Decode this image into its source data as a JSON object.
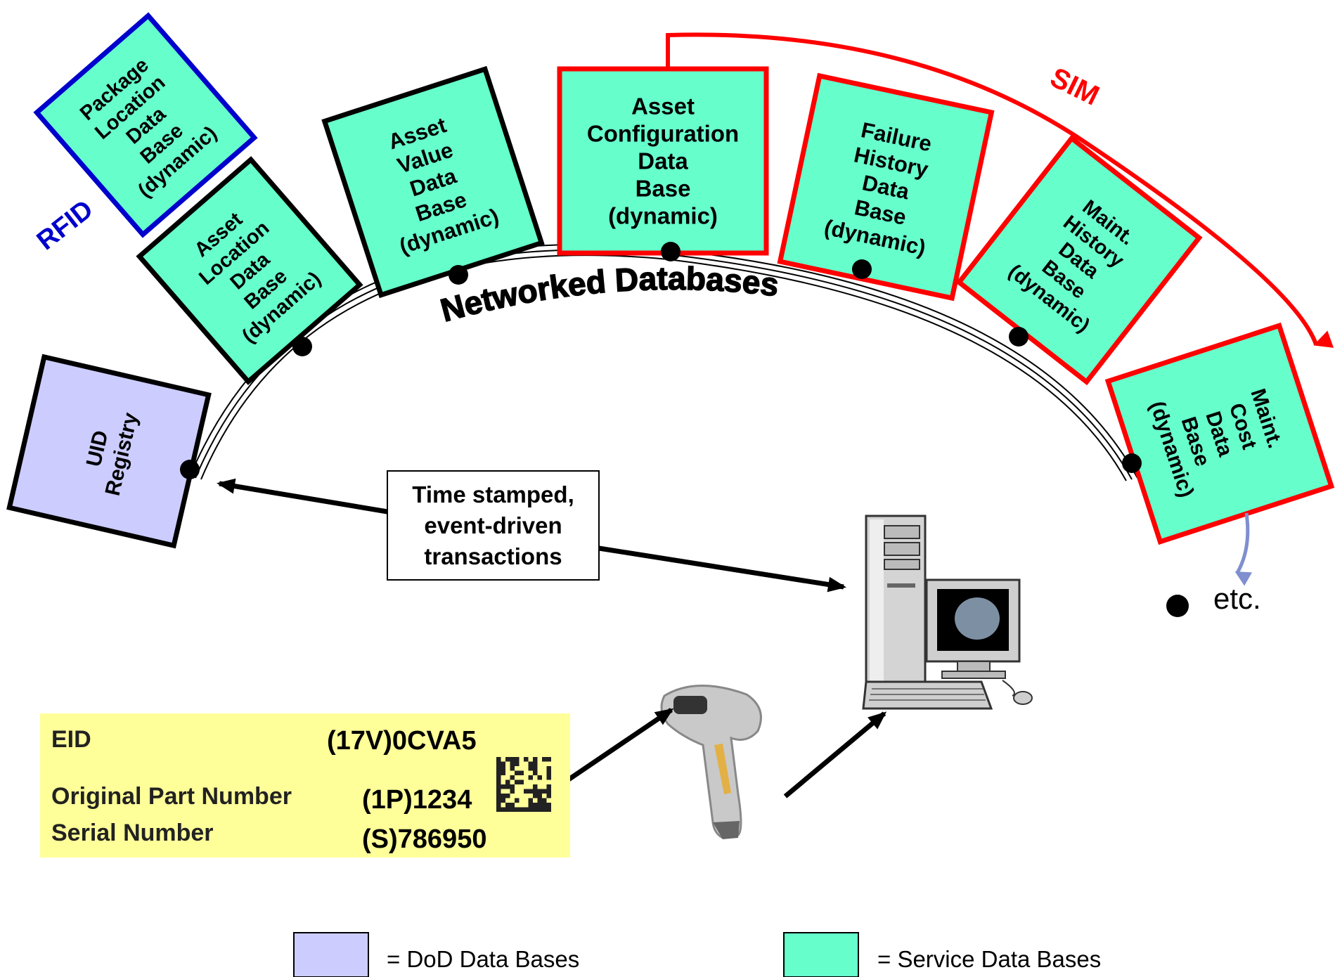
{
  "colors": {
    "dod_fill": "#ccccff",
    "service_fill": "#66ffcc",
    "rfid_blue": "#0000cc",
    "sim_red": "#ff0000",
    "label_yellow": "#ffff99",
    "arrow_blue": "#7f8fcf"
  },
  "arc_title": "Networked Databases",
  "databases": [
    {
      "id": "uid-registry",
      "lines": [
        "UID",
        "Registry"
      ],
      "kind": "dod"
    },
    {
      "id": "package-location",
      "lines": [
        "Package",
        "Location",
        "Data",
        "Base",
        "(dynamic)"
      ],
      "kind": "service"
    },
    {
      "id": "asset-location",
      "lines": [
        "Asset",
        "Location",
        "Data",
        "Base",
        "(dynamic)"
      ],
      "kind": "service"
    },
    {
      "id": "asset-value",
      "lines": [
        "Asset",
        "Value",
        "Data",
        "Base",
        "(dynamic)"
      ],
      "kind": "service"
    },
    {
      "id": "asset-configuration",
      "lines": [
        "Asset",
        "Configuration",
        "Data",
        "Base",
        "(dynamic)"
      ],
      "kind": "service"
    },
    {
      "id": "failure-history",
      "lines": [
        "Failure",
        "History",
        "Data",
        "Base",
        "(dynamic)"
      ],
      "kind": "service"
    },
    {
      "id": "maint-history",
      "lines": [
        "Maint.",
        "History",
        "Data",
        "Base",
        "(dynamic)"
      ],
      "kind": "service"
    },
    {
      "id": "maint-cost",
      "lines": [
        "Maint.",
        "Cost",
        "Data",
        "Base",
        "(dynamic)"
      ],
      "kind": "service"
    }
  ],
  "rfid_label": "RFID",
  "sim_label": "SIM",
  "etc_label": "etc.",
  "transactions_lines": [
    "Time stamped,",
    "event-driven",
    "transactions"
  ],
  "uid_label": {
    "rows": [
      {
        "field": "EID",
        "value": "(17V)0CVA5"
      },
      {
        "field": "Original Part Number",
        "value": "(1P)1234"
      },
      {
        "field": "Serial Number",
        "value": "(S)786950"
      }
    ]
  },
  "legend": [
    {
      "text": "= DoD Data Bases",
      "kind": "dod"
    },
    {
      "text": "= Service Data Bases",
      "kind": "service"
    }
  ],
  "icons": [
    "computer-icon",
    "barcode-scanner-icon",
    "data-matrix-icon"
  ]
}
